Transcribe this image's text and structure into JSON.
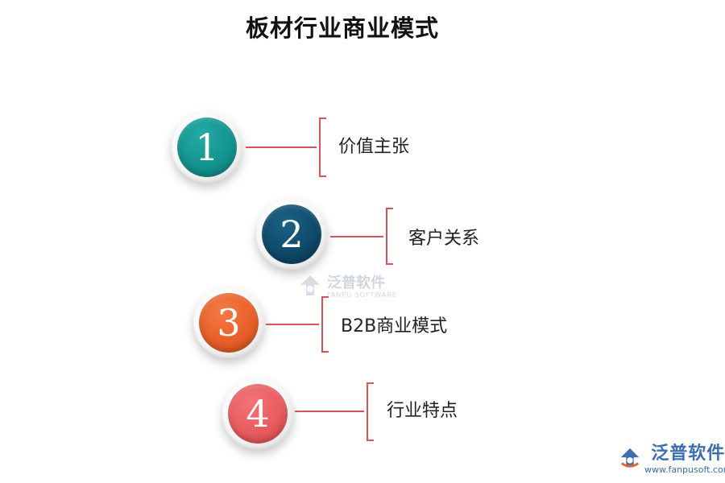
{
  "title": "板材行业商业模式",
  "items": [
    {
      "number": "1",
      "label": "价值主张",
      "color": "#14948f"
    },
    {
      "number": "2",
      "label": "客户关系",
      "color": "#0f4a6a"
    },
    {
      "number": "3",
      "label": "B2B商业模式",
      "color": "#e8602a"
    },
    {
      "number": "4",
      "label": "行业特点",
      "color": "#e85c5f"
    }
  ],
  "watermark": {
    "name": "泛普软件",
    "sub": "FANPU SOFTWARE",
    "icon": "fanpu-logo-icon"
  },
  "logo": {
    "name": "泛普软件",
    "url": "www.fanpusoft.com",
    "icon": "fanpu-logo-icon"
  },
  "colors": {
    "connector": "#d8535a",
    "logo": "#3c6fb0"
  }
}
